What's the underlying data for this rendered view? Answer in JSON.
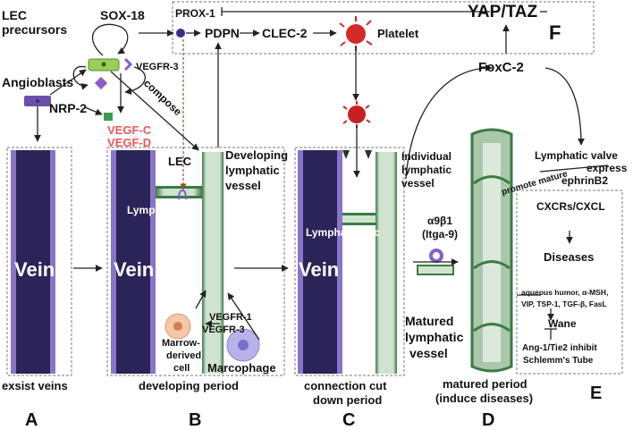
{
  "labels": {
    "lec_precursors_1": "LEC",
    "lec_precursors_2": "precursors",
    "sox18": "SOX-18",
    "angioblasts": "Angioblasts",
    "vegfr3": "VEGFR-3",
    "nrp2": "NRP-2",
    "vegfc": "VEGF-C",
    "vegfd": "VEGF-D",
    "compose": "compose",
    "prox1": "PROX-1",
    "pdpn": "PDPN",
    "clec2": "CLEC-2",
    "platelet": "Platelet",
    "yaptaz": "YAP/TAZ",
    "panel_f": "F",
    "foxc2": "FoxC-2",
    "lec": "LEC",
    "developing_1": "Developing",
    "developing_2": "lymphatic",
    "developing_3": "vessel",
    "individual_1": "Individual",
    "individual_2": "lymphatic",
    "individual_3": "vessel",
    "valve_1": "Lymphatic valve",
    "valve_2": "express",
    "valve_3": "ephrinB2",
    "promote_mature": "promote mature",
    "integrin_1": "α9β1",
    "integrin_2": "(Itga-9)",
    "sac_b": "Lymphatic sac",
    "sac_c": "Lymphatic sac",
    "vein_a": "Vein",
    "vein_b": "Vein",
    "vein_c": "Vein",
    "cxcr": "CXCRs/CXCL",
    "diseases": "Diseases",
    "aqueous_1": "aqueous humor, α-MSH,",
    "aqueous_2": "VIP, TSP-1, TGF-β, FasL",
    "wane": "Wane",
    "ang_1": "Ang-1/Tie2 inhibit",
    "ang_2": "Schlemm's Tube",
    "vegfr1": "VEGFR-1",
    "marrow_1": "Marrow-",
    "marrow_2": "derived",
    "marrow_3": "cell",
    "vegfr3_b": "VEGFR-3",
    "macrophage": "Marcophage",
    "matured_1": "Matured",
    "matured_2": "lymphatic",
    "matured_3": "vessel",
    "period_a": "exsist veins",
    "period_b": "developing period",
    "period_c_1": "connection cut",
    "period_c_2": "down period",
    "period_d_1": "matured period",
    "period_d_2": "(induce diseases)",
    "panel_e": "E",
    "letter_a": "A",
    "letter_b": "B",
    "letter_c": "C",
    "letter_d": "D"
  },
  "colors": {
    "vein_dark": "#2a2458",
    "vein_light": "#8a74c8",
    "lymph_dark": "#3b7a45",
    "lymph_light": "#cfe3cf",
    "red_label": "#e8585a"
  }
}
